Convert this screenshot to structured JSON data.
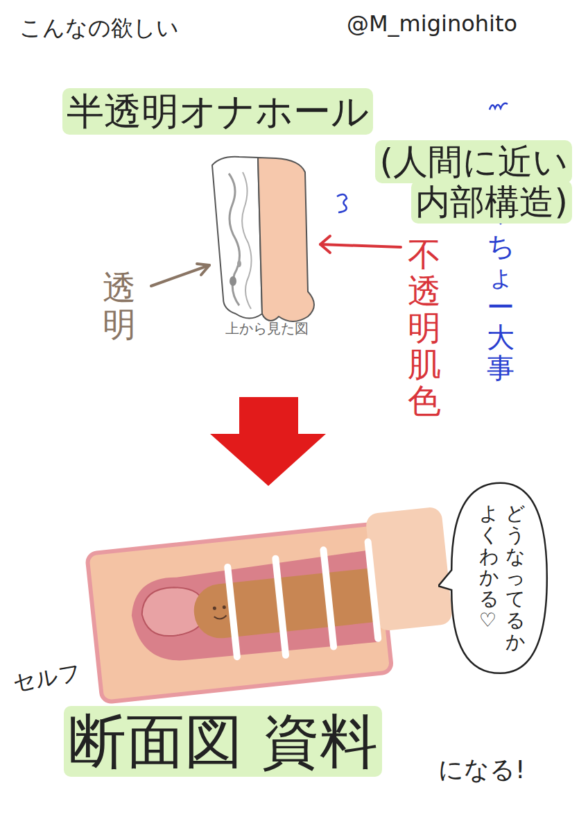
{
  "diagram": {
    "title": "半透明オナホール",
    "nodes": [
      {
        "text": [
          "どうなってるか",
          "よくわかる♡"
        ]
      }
    ],
    "labels": [
      "こんなの欲しい",
      "@M_miginohito",
      "(人間に近い 内部構造)",
      "透明",
      "上から見た図",
      "不透明肌色",
      "ちょー大事",
      "セルフ",
      "断面図 資料",
      "になる!"
    ]
  }
}
